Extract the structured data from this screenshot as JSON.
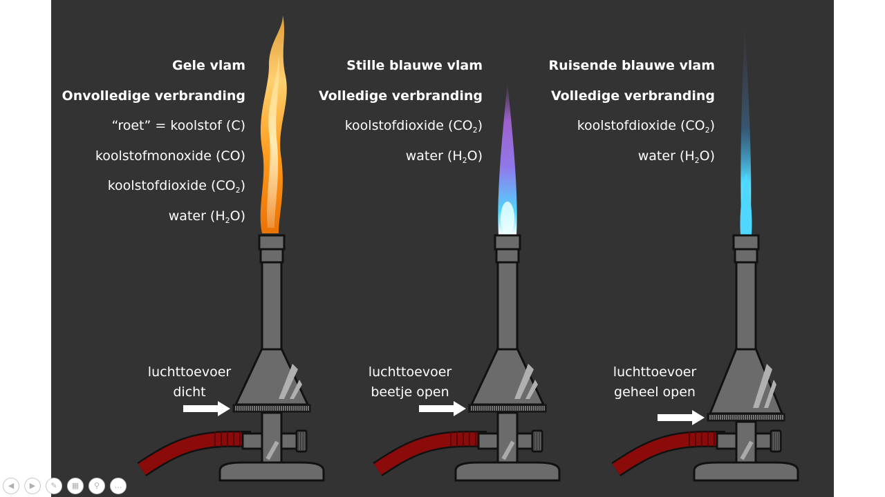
{
  "columns": [
    {
      "lines": [
        {
          "text": "Gele vlam",
          "bold": true
        },
        {
          "text": "Onvolledige verbranding",
          "bold": true
        },
        {
          "text": "“roet” = koolstof (C)",
          "bold": false
        },
        {
          "text": "koolstofmonoxide (CO)",
          "bold": false
        },
        {
          "pre": "koolstofdioxide (CO",
          "sub": "2",
          "post": ")",
          "bold": false
        },
        {
          "pre": "water (H",
          "sub": "2",
          "post": "O)",
          "bold": false
        }
      ],
      "air_supply": [
        "luchttoevoer",
        "dicht"
      ]
    },
    {
      "lines": [
        {
          "text": "Stille blauwe vlam",
          "bold": true
        },
        {
          "text": "Volledige verbranding",
          "bold": true
        },
        {
          "pre": "koolstofdioxide (CO",
          "sub": "2",
          "post": ")",
          "bold": false
        },
        {
          "pre": "water (H",
          "sub": "2",
          "post": "O)",
          "bold": false
        }
      ],
      "air_supply": [
        "luchttoevoer",
        "beetje open"
      ]
    },
    {
      "lines": [
        {
          "text": "Ruisende blauwe vlam",
          "bold": true
        },
        {
          "text": "Volledige verbranding",
          "bold": true
        },
        {
          "pre": "koolstofdioxide (CO",
          "sub": "2",
          "post": ")",
          "bold": false
        },
        {
          "pre": "water (H",
          "sub": "2",
          "post": "O)",
          "bold": false
        }
      ],
      "air_supply": [
        "luchttoevoer",
        "geheel open"
      ]
    }
  ],
  "flames": [
    "yellow-flame",
    "quiet-blue-flame",
    "roaring-blue-flame"
  ],
  "colors": {
    "slide_background": "#333333",
    "burner_metal": "#6b6b6b",
    "burner_outline": "#111111",
    "hose": "#8b0a0a",
    "arrow": "#ffffff",
    "yellow_flame": "#ff9a1a",
    "blue_flame": "#4fd8ff",
    "violet_flame": "#c070ff"
  },
  "controls": [
    {
      "name": "previous-slide-icon",
      "glyph": "◀"
    },
    {
      "name": "next-slide-icon",
      "glyph": "▶"
    },
    {
      "name": "pen-icon",
      "glyph": "✎"
    },
    {
      "name": "slides-overview-icon",
      "glyph": "▦"
    },
    {
      "name": "zoom-icon",
      "glyph": "⚲"
    },
    {
      "name": "more-options-icon",
      "glyph": "…"
    }
  ]
}
